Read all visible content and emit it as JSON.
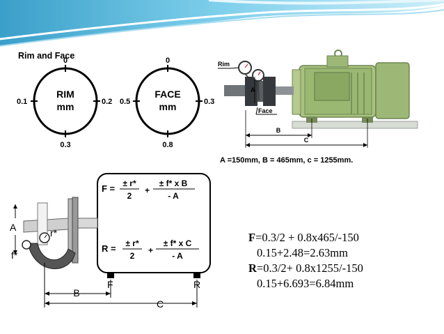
{
  "top_panel": {
    "title": "Rim and Face",
    "rim_dial": {
      "label_line1": "RIM",
      "label_line2": "mm",
      "top": "0",
      "left": "0.1",
      "right": "0.2",
      "bottom": "0.3"
    },
    "face_dial": {
      "label_line1": "FACE",
      "label_line2": "mm",
      "top": "0",
      "left": "0.5",
      "right": "0.3",
      "bottom": "0.8"
    },
    "illustration": {
      "rim_label": "Rim",
      "face_label": "Face",
      "a_label": "A",
      "b_label": "B",
      "c_label": "C"
    },
    "dimensions_caption": "A =150mm, B = 465mm, c = 1255mm."
  },
  "bottom_panel": {
    "formula_f": {
      "lhs": "F =",
      "t1_num": "± r*",
      "t1_den": "2",
      "plus": "+",
      "t2_num": "± f*  x  B",
      "t2_den": "- A"
    },
    "formula_r": {
      "lhs": "R =",
      "t1_num": "± r*",
      "t1_den": "2",
      "plus": "+",
      "t2_num": "± f*  x  C",
      "t2_den": "- A"
    },
    "sketch_labels": {
      "a": "A",
      "r": "r*",
      "f": "f*",
      "b": "B",
      "c": "C",
      "foot_f": "F",
      "foot_r": "R"
    }
  },
  "results": {
    "f_letter": "F",
    "f_line1": "=0.3/2 + 0.8x465/-150",
    "f_line2": "0.15+2.48=2.63mm",
    "r_letter": "R",
    "r_line1": "=0.3/2+ 0.8x1255/-150",
    "r_line2": "0.15+6.693=6.84mm"
  }
}
